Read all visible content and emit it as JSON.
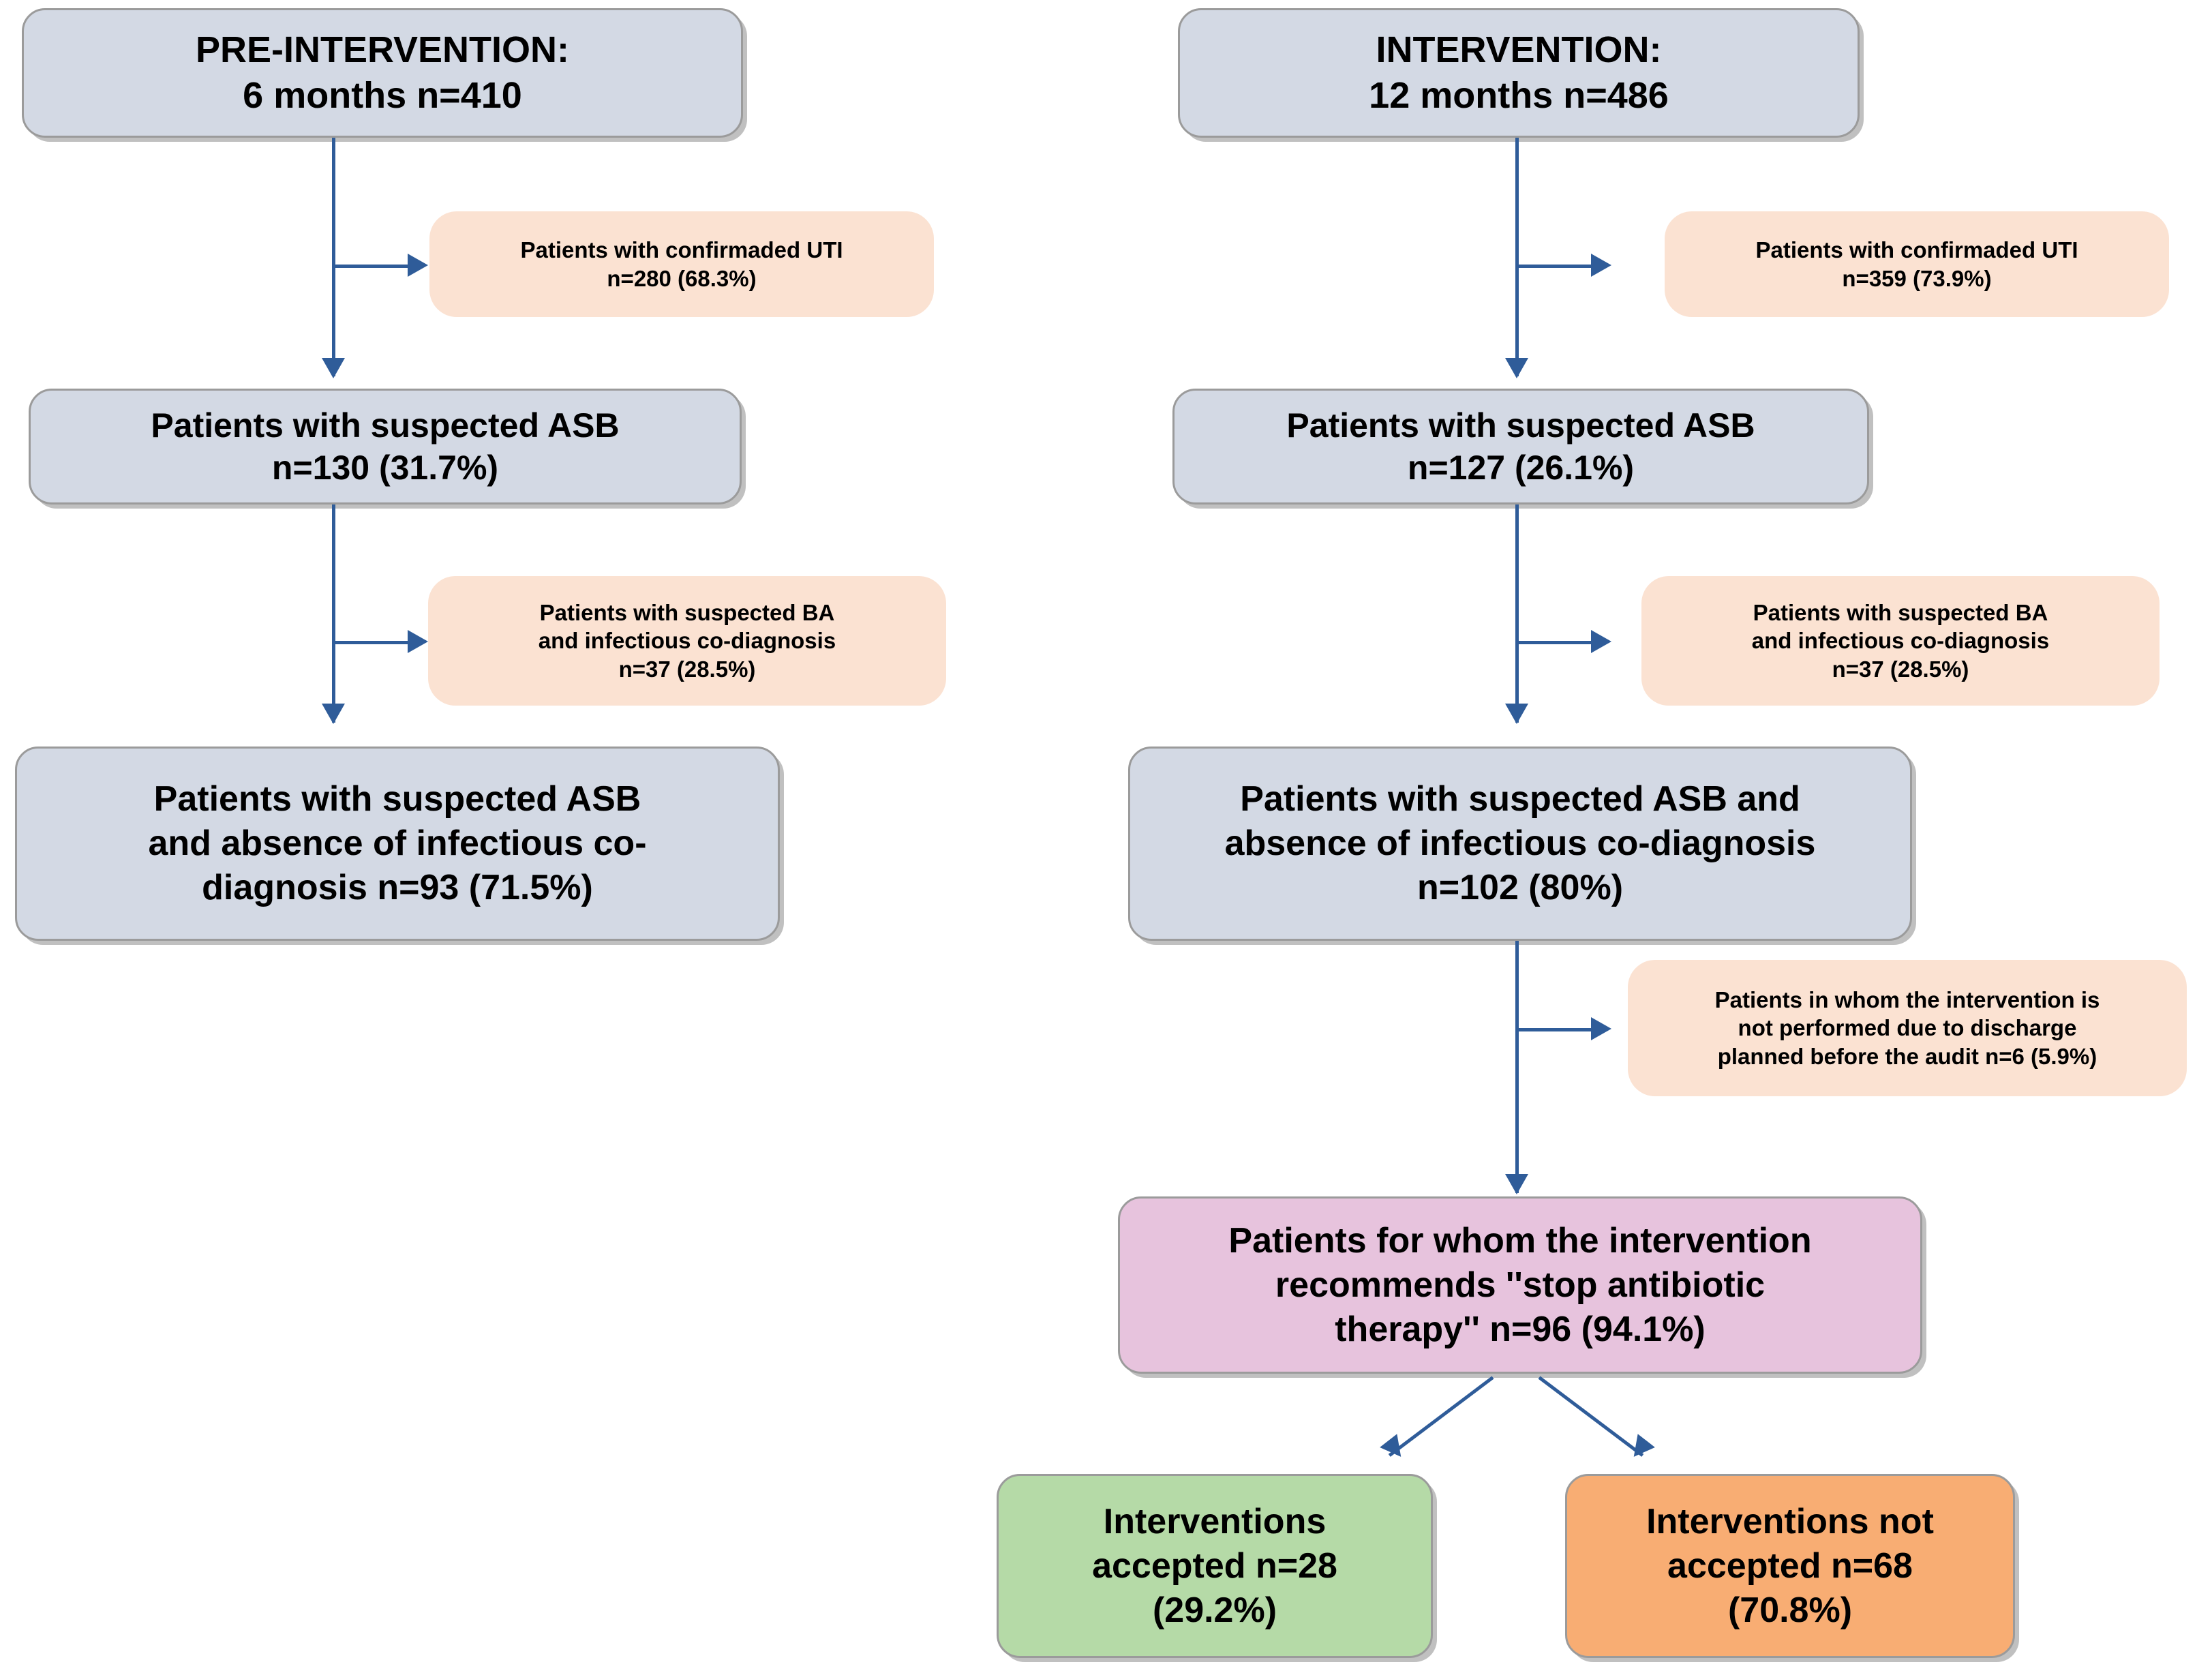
{
  "diagram": {
    "title": "Patient flow diagram: pre-intervention versus intervention periods",
    "accent_colors": {
      "box_blue": "#d3d9e4",
      "box_peach": "#fbe2d2",
      "box_purple": "#e7c3dd",
      "box_green": "#b5daa7",
      "box_orange": "#f8ad73",
      "connector_blue": "#2f5c99",
      "box_border": "#9b9b9b"
    }
  },
  "left_arm": {
    "header": "PRE-INTERVENTION:\n6 months  n=410",
    "excluded_uti": "Patients with confirmaded UTI\nn=280 (68.3%)",
    "suspected_asb": "Patients with suspected ASB\nn=130 (31.7%)",
    "excluded_ba": "Patients with suspected BA\nand infectious co-diagnosis\nn=37 (28.5%)",
    "asb_absence": "Patients with suspected ASB\nand absence of infectious co-\ndiagnosis  n=93 (71.5%)"
  },
  "right_arm": {
    "header": "INTERVENTION:\n12 months  n=486",
    "excluded_uti": "Patients with confirmaded UTI\nn=359 (73.9%)",
    "suspected_asb": "Patients with suspected ASB\nn=127 (26.1%)",
    "excluded_ba": "Patients with suspected BA\nand infectious co-diagnosis\nn=37 (28.5%)",
    "asb_absence": "Patients with suspected ASB and\nabsence of infectious co-diagnosis\nn=102 (80%)",
    "excluded_discharge": "Patients in whom the intervention is\nnot performed due to discharge\nplanned before the audit n=6 (5.9%)",
    "stop_therapy": "Patients for whom the intervention\nrecommends ''stop antibiotic\ntherapy'' n=96 (94.1%)",
    "accepted": "Interventions\naccepted n=28\n(29.2%)",
    "not_accepted": "Interventions not\naccepted n=68\n(70.8%)"
  }
}
